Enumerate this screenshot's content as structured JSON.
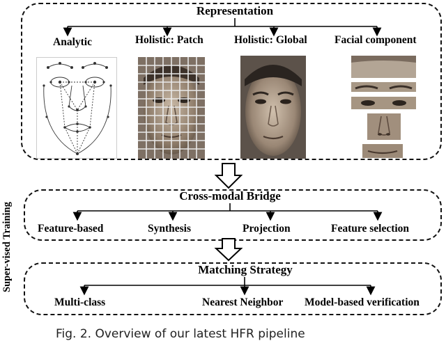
{
  "representation": {
    "title": "Representation",
    "items": [
      "Analytic",
      "Holistic: Patch",
      "Holistic: Global",
      "Facial component"
    ]
  },
  "bridge": {
    "title": "Cross-modal Bridge",
    "items": [
      "Feature-based",
      "Synthesis",
      "Projection",
      "Feature selection"
    ]
  },
  "matching": {
    "title": "Matching Strategy",
    "items": [
      "Multi-class",
      "Nearest Neighbor",
      "Model-based verification"
    ]
  },
  "side_label": "Super-vised Training",
  "caption": "Fig. 2.   Overview of our latest HFR pipeline"
}
